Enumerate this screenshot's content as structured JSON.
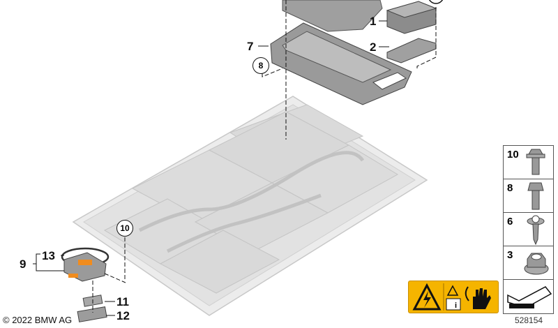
{
  "callouts": {
    "c1": "1",
    "c2": "2",
    "c7": "7",
    "c8": "8",
    "c10top": "10",
    "c9": "9",
    "c13": "13",
    "c11": "11",
    "c12": "12"
  },
  "legend": {
    "items": [
      {
        "number": "10",
        "icon": "flange-bolt-icon"
      },
      {
        "number": "8",
        "icon": "hex-bolt-icon"
      },
      {
        "number": "6",
        "icon": "screw-with-washer-icon"
      },
      {
        "number": "3",
        "icon": "hex-nut-icon"
      },
      {
        "number": "",
        "icon": "sealing-compound-arrow-icon"
      }
    ]
  },
  "diagram_number": "528154",
  "copyright": "© 2022 BMW AG",
  "colors": {
    "warning_yellow": "#f5b400",
    "part_gray": "#9a9a9a",
    "tray_gray": "#e6e6e6"
  }
}
